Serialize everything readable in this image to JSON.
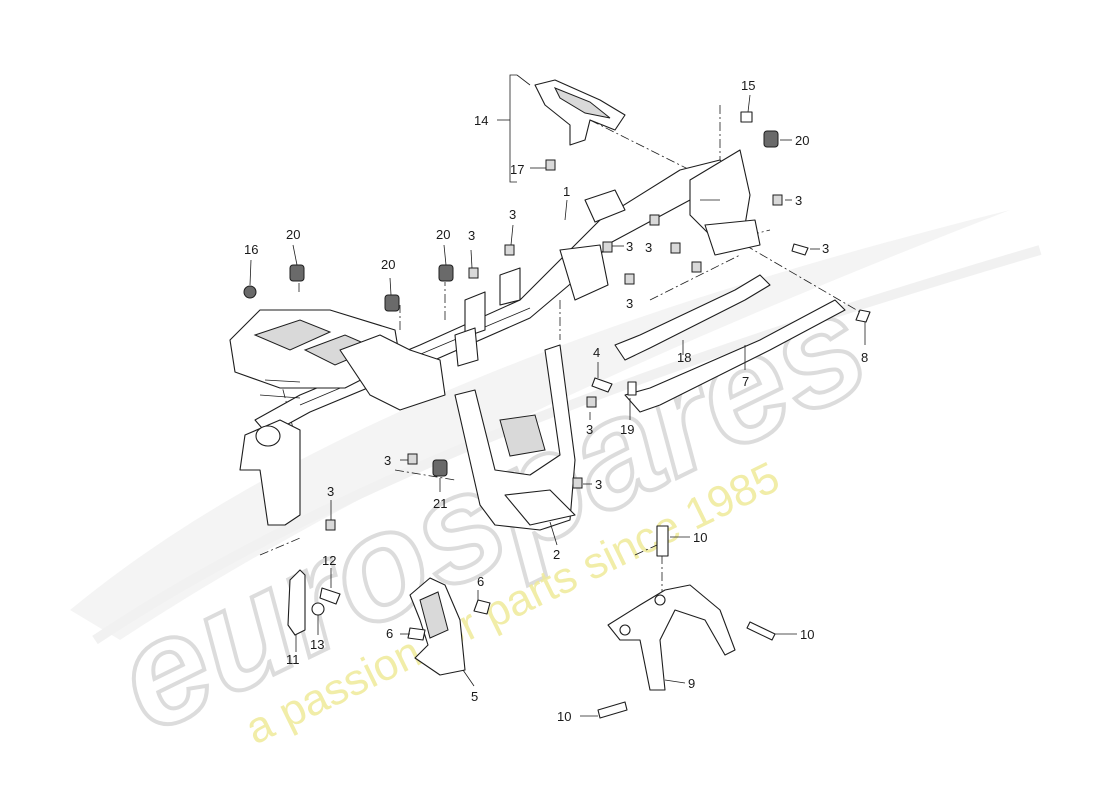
{
  "watermark": {
    "brand_text": "eurospares",
    "tagline_text": "a passion for parts since 1985",
    "brand_color": "#dcdcdc",
    "tagline_color": "#f0ec9c"
  },
  "callouts": {
    "c1": "1",
    "c2": "2",
    "c3": "3",
    "c4": "4",
    "c5": "5",
    "c6": "6",
    "c7": "7",
    "c8": "8",
    "c9": "9",
    "c10": "10",
    "c11": "11",
    "c12": "12",
    "c13": "13",
    "c14": "14",
    "c15": "15",
    "c16": "16",
    "c17": "17",
    "c18": "18",
    "c19": "19",
    "c20": "20",
    "c21": "21"
  }
}
